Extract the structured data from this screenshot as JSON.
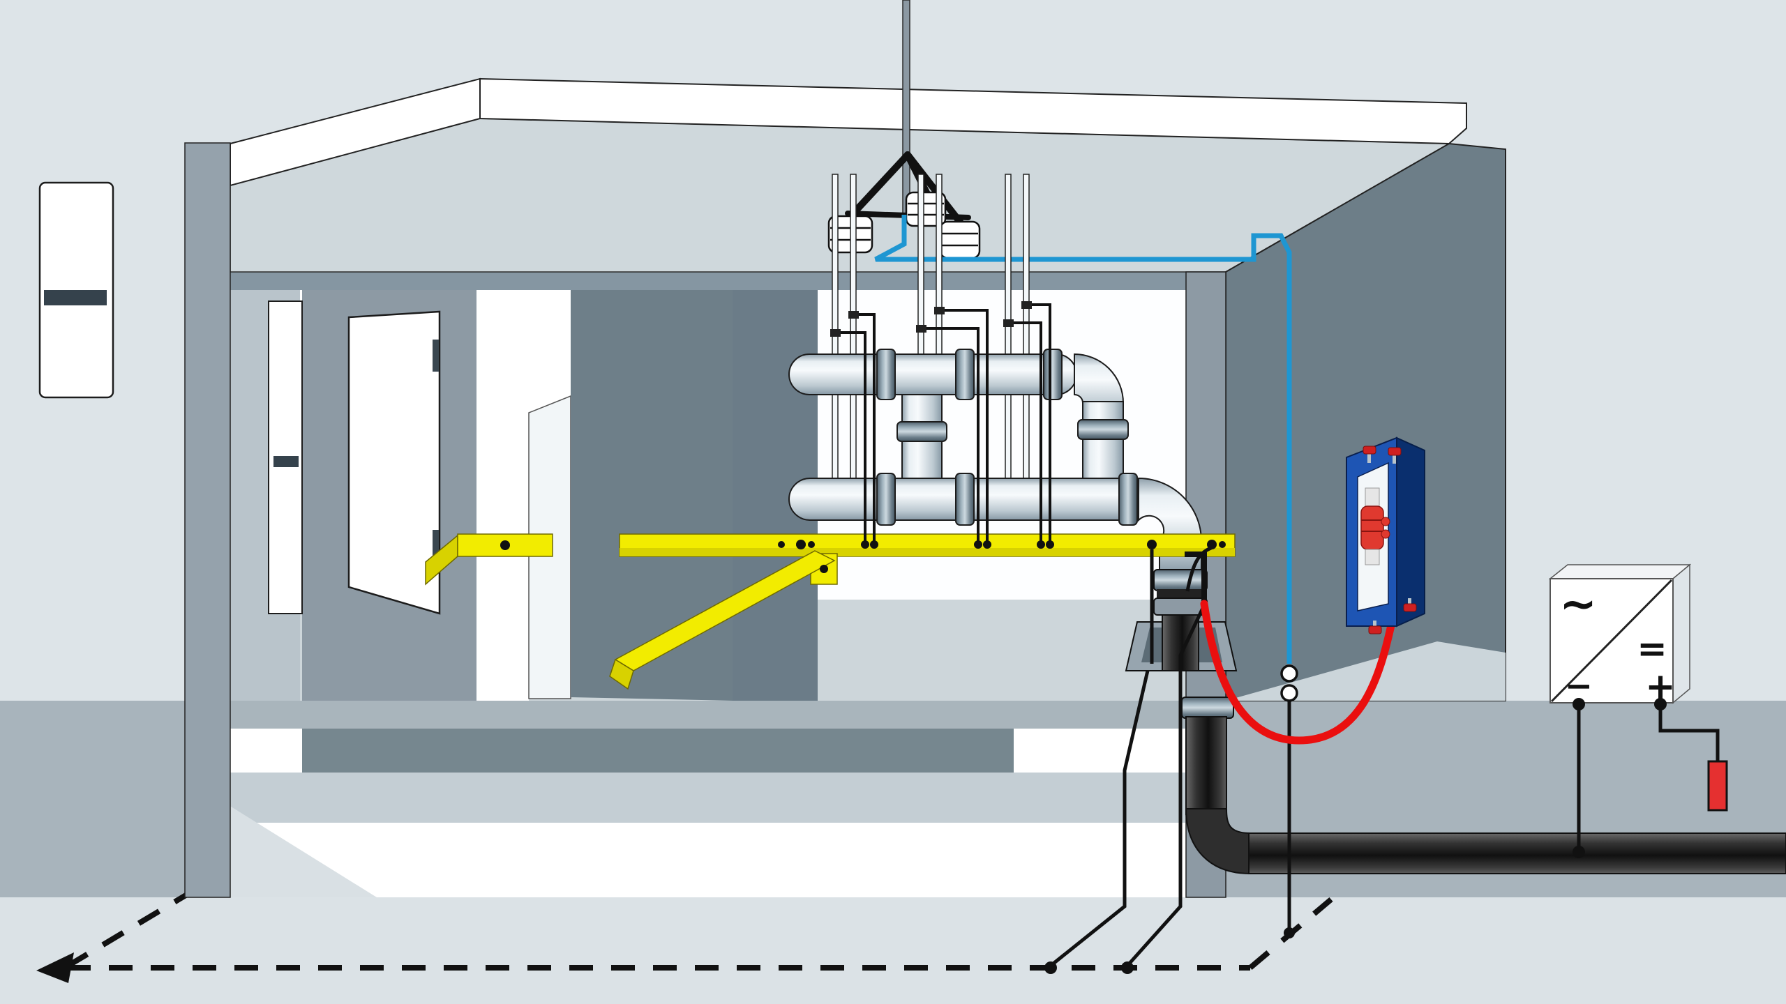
{
  "rectifier": {
    "ac_symbol": "~",
    "dc_symbol": "=",
    "minus_symbol": "−",
    "plus_symbol": "+"
  },
  "colors": {
    "sky": "#dde4e8",
    "soil": "#a8b4bc",
    "subsoil": "#dbe2e6",
    "bonding_bar_yellow": "#f2ec00",
    "down_conductor_blue": "#1e96d2",
    "cathodic_cable_red": "#ea0f0f",
    "anode_red": "#e53030",
    "enclosure_blue": "#1e55b4",
    "enclosure_side_navy": "#0a2f6e",
    "pipe_steel_light": "#eef4f7",
    "buried_pipe_dark": "#2e2e2e",
    "wall_dark": "#6d7e88",
    "wall_mid": "#8d9aa4"
  },
  "components": {
    "antenna": "antenna-mast-with-tripod-ballast",
    "blue_line": "roof-down-conductor",
    "spark_gap": "isolating-spark-gap",
    "yellow_bar": "equipotential-bonding-bar",
    "joint": "insulating-joint-on-service-pipe",
    "enclosure": "spark-gap-enclosure",
    "rectifier": "cathodic-protection-rectifier",
    "anode": "buried-impressed-current-anode",
    "dashed_line": "ring-earth-electrode"
  }
}
